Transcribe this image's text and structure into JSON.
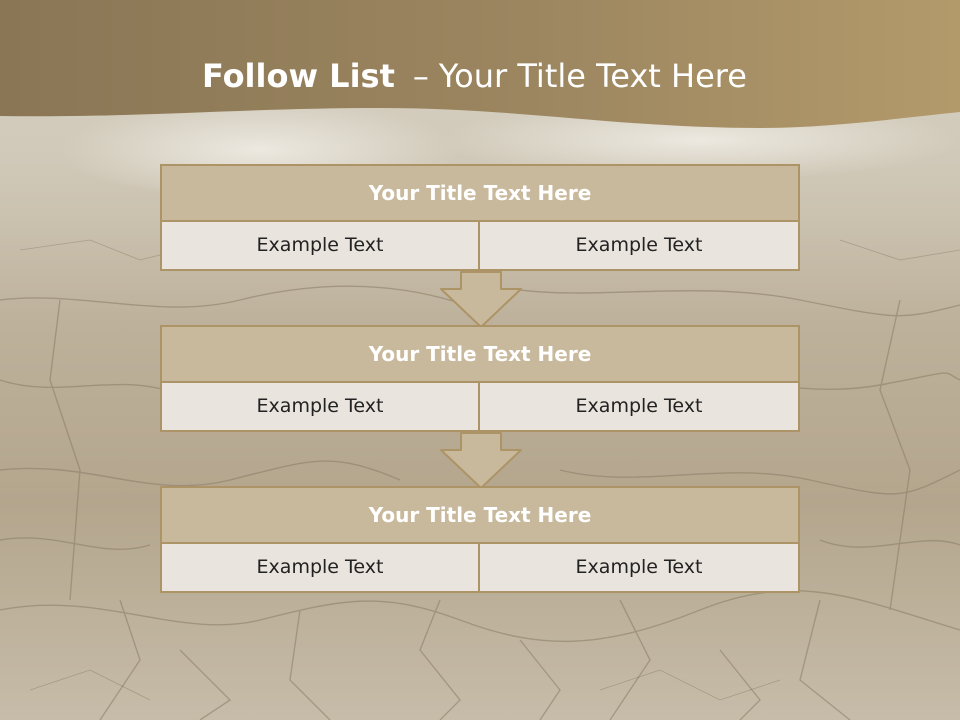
{
  "title": {
    "bold": "Follow List",
    "dash": "–",
    "rest": "Your Title Text Here"
  },
  "colors": {
    "header_band": "#9e875f",
    "card_title_bg": "#c9b99c",
    "card_border": "#ad9467",
    "card_cell_bg": "#e9e4dd"
  },
  "steps": [
    {
      "title": "Your Title Text Here",
      "left": "Example Text",
      "right": "Example Text"
    },
    {
      "title": "Your Title Text Here",
      "left": "Example Text",
      "right": "Example Text"
    },
    {
      "title": "Your Title Text Here",
      "left": "Example Text",
      "right": "Example Text"
    }
  ],
  "icons": {
    "connector": "down-arrow-icon"
  }
}
